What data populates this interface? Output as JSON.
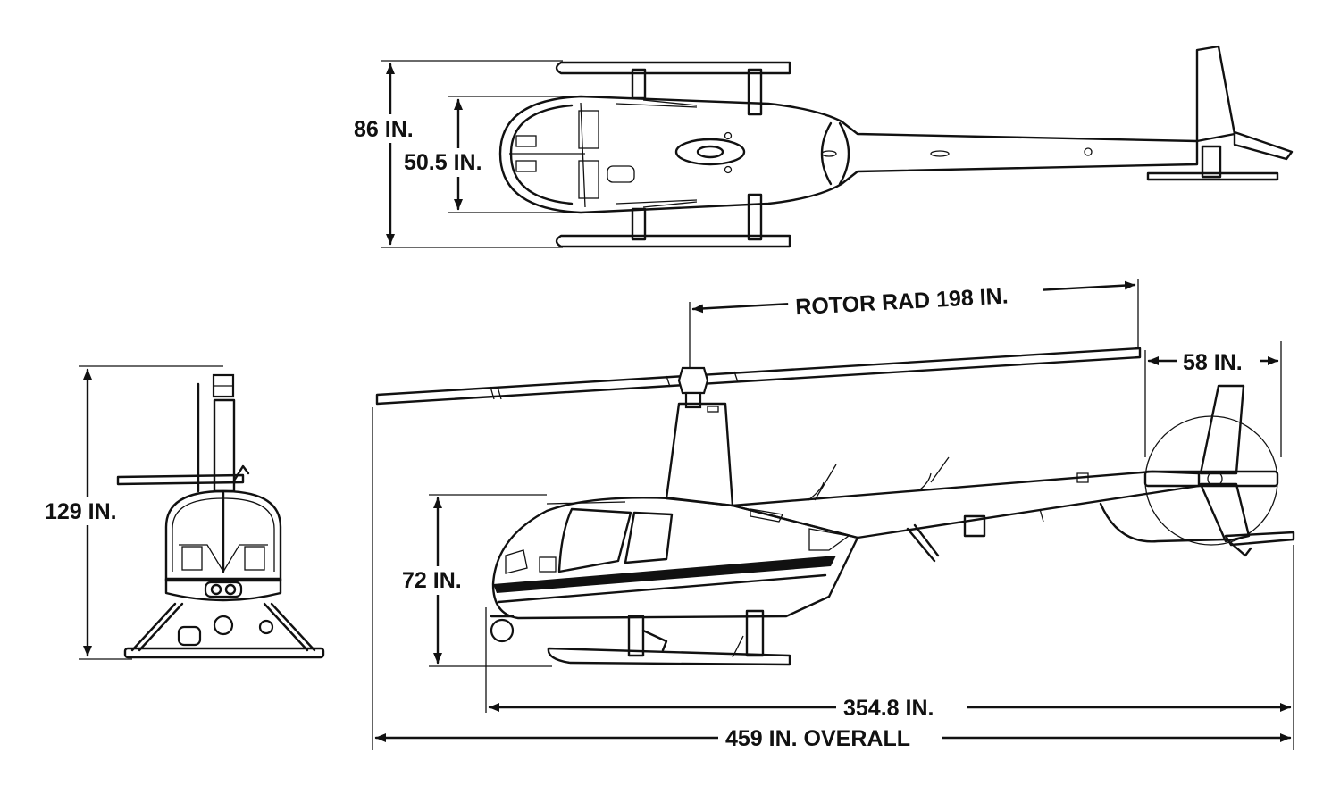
{
  "dimensions": {
    "skid_width": "86 IN.",
    "cabin_width": "50.5 IN.",
    "rotor_radius": "ROTOR RAD 198 IN.",
    "tail_rotor": "58 IN.",
    "overall_height": "129 IN.",
    "cabin_height": "72 IN.",
    "fuselage_length": "354.8 IN.",
    "overall_length": "459 IN. OVERALL"
  },
  "colors": {
    "ink": "#111111",
    "paper": "#ffffff"
  }
}
